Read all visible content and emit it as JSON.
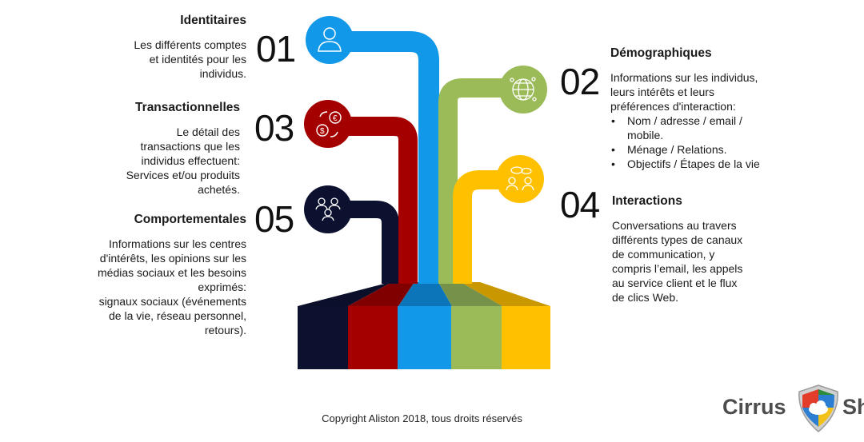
{
  "sections": {
    "s01": {
      "number": "01",
      "title": "Identitaires",
      "lines": [
        "Les différents comptes",
        "et identités pour les",
        "individus."
      ],
      "color": "#1198e8"
    },
    "s02": {
      "number": "02",
      "title": "Démographiques",
      "lines": [
        "Informations sur les individus,",
        "leurs intérêts et leurs",
        "préférences d'interaction:"
      ],
      "bullets": [
        "Nom / adresse / email /",
        "mobile.",
        "Ménage / Relations.",
        "Objectifs / Étapes de la vie"
      ],
      "color": "#9bbb59"
    },
    "s03": {
      "number": "03",
      "title": "Transactionnelles",
      "lines": [
        "Le détail des",
        "transactions que les",
        "individus effectuent:",
        "Services et/ou produits",
        "achetés."
      ],
      "color": "#a50000"
    },
    "s04": {
      "number": "04",
      "title": "Interactions",
      "lines": [
        "Conversations au travers",
        "différents types de canaux",
        "de communication, y",
        "compris l’email, les appels",
        "au service client et le flux",
        "de clics Web."
      ],
      "color": "#ffc000"
    },
    "s05": {
      "number": "05",
      "title": "Comportementales",
      "lines": [
        "Informations sur les centres",
        "d'intérêts, les opinions sur les",
        "médias sociaux et les besoins",
        "exprimés:",
        "signaux sociaux (événements",
        "de la vie, réseau personnel,",
        "retours)."
      ],
      "color": "#0d1130"
    }
  },
  "icons": {
    "s01": "person-icon",
    "s02": "globe-network-icon",
    "s03": "currency-exchange-icon",
    "s04": "conversation-icon",
    "s05": "group-icon"
  },
  "copyright": "Copyright Aliston 2018, tous droits réservés",
  "logo": {
    "left_word": "Cirrus",
    "right_word": "Sh"
  }
}
